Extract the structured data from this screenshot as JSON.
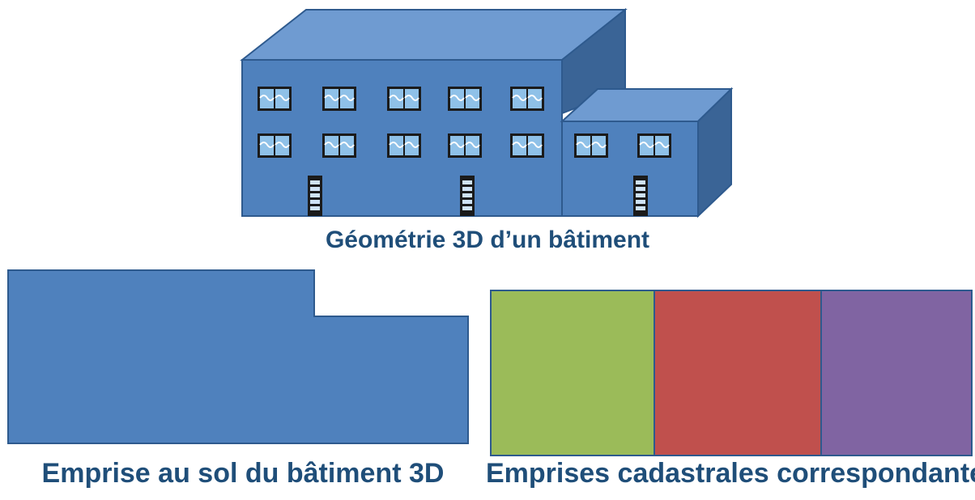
{
  "captions": {
    "building": "Géométrie 3D d’un bâtiment",
    "footprint": "Emprise au sol du bâtiment 3D",
    "cadastre": "Emprises cadastrales correspondantes"
  },
  "colors": {
    "facade": "#4f81bd",
    "roof": "#6f9bd1",
    "side": "#3a6496",
    "outline": "#2e5a8e",
    "caption": "#1f4e79",
    "parcel_1": "#9bbb59",
    "parcel_2": "#c0504d",
    "parcel_3": "#8064a2"
  }
}
